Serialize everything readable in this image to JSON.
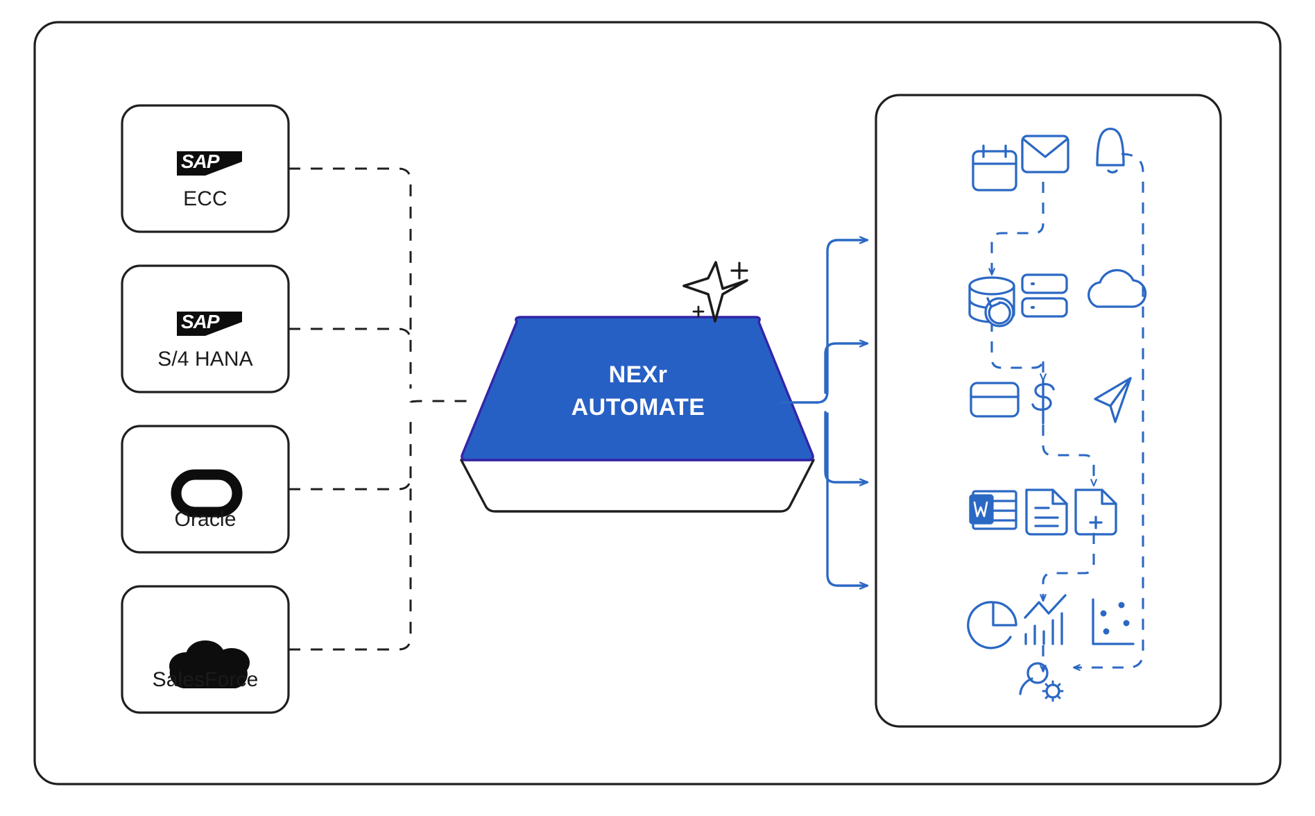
{
  "diagram": {
    "title": "NEXr AUTOMATE integration diagram",
    "colors": {
      "frame_stroke": "#1f1f1f",
      "card_stroke": "#1f1f1f",
      "dashed_connector": "#1f1f1f",
      "brand_blue": "#2760C4",
      "brand_blue_edge": "#3325a8",
      "icon_blue": "#2B68C4",
      "logo_black": "#0d0d0d",
      "text_dark": "#1b1b1b",
      "text_on_blue": "#ffffff",
      "canvas_bg": "#ffffff"
    },
    "sources": {
      "panel_name": "source-systems-column",
      "cards": [
        {
          "id": "sap-ecc",
          "logo": "sap-logo",
          "logo_text": "SAP",
          "label": "ECC"
        },
        {
          "id": "sap-s4hana",
          "logo": "sap-logo",
          "logo_text": "SAP",
          "label": "S/4 HANA"
        },
        {
          "id": "oracle",
          "logo": "oracle-logo",
          "logo_text": "",
          "label": "Oracle"
        },
        {
          "id": "salesforce",
          "logo": "salesforce-logo",
          "logo_text": "",
          "label": "SalesForce"
        }
      ]
    },
    "hub": {
      "name": "nexr-automate-hub",
      "line1": "NEXr",
      "line2": "AUTOMATE",
      "decoration": "sparkle-icon"
    },
    "outputs": {
      "panel_name": "output-capabilities-panel",
      "arrow_count": 4,
      "icons": [
        {
          "row": 1,
          "col": 1,
          "name": "calendar-icon"
        },
        {
          "row": 1,
          "col": 2,
          "name": "envelope-icon"
        },
        {
          "row": 1,
          "col": 3,
          "name": "bell-icon"
        },
        {
          "row": 2,
          "col": 1,
          "name": "database-restore-icon"
        },
        {
          "row": 2,
          "col": 2,
          "name": "server-stack-icon"
        },
        {
          "row": 2,
          "col": 3,
          "name": "cloud-icon"
        },
        {
          "row": 3,
          "col": 1,
          "name": "credit-card-icon"
        },
        {
          "row": 3,
          "col": 2,
          "name": "dollar-sign-icon"
        },
        {
          "row": 3,
          "col": 3,
          "name": "send-plane-icon"
        },
        {
          "row": 4,
          "col": 1,
          "name": "ms-word-icon"
        },
        {
          "row": 4,
          "col": 2,
          "name": "document-text-icon"
        },
        {
          "row": 4,
          "col": 3,
          "name": "document-add-icon"
        },
        {
          "row": 5,
          "col": 1,
          "name": "pie-chart-icon"
        },
        {
          "row": 5,
          "col": 2,
          "name": "bar-chart-trend-icon"
        },
        {
          "row": 5,
          "col": 3,
          "name": "scatter-plot-icon"
        },
        {
          "row": 6,
          "col": 2,
          "name": "user-settings-icon"
        }
      ]
    }
  }
}
